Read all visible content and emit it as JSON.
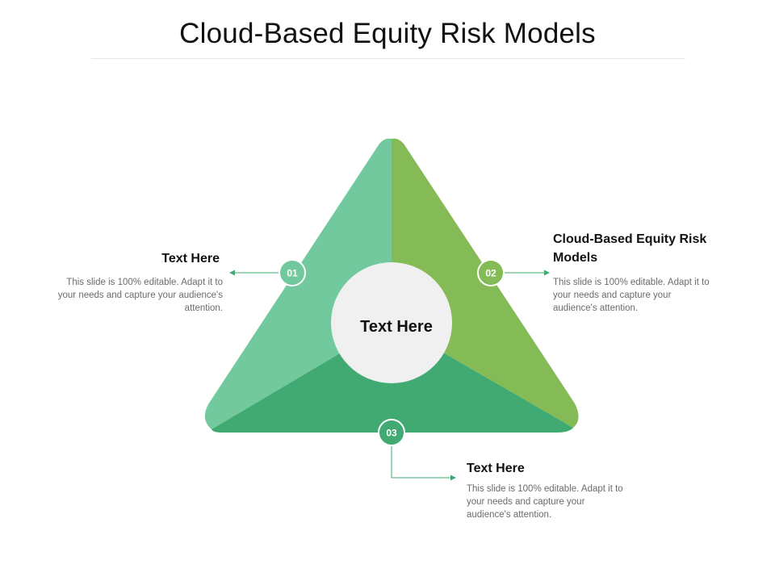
{
  "title": "Cloud-Based Equity Risk Models",
  "center": {
    "label": "Text Here"
  },
  "items": [
    {
      "number": "01",
      "heading": "Text Here",
      "text": "This slide is 100% editable. Adapt it to your needs and capture your audience's attention."
    },
    {
      "number": "02",
      "heading": "Cloud-Based Equity Risk Models",
      "text": "This slide is 100% editable. Adapt it to your needs and capture your audience's attention."
    },
    {
      "number": "03",
      "heading": "Text Here",
      "text": "This slide is 100% editable. Adapt it to your needs and capture your audience's attention."
    }
  ],
  "colors": {
    "segment_left": "#72C99D",
    "segment_right": "#84BB57",
    "segment_bottom": "#41AA73",
    "center_circle": "#F0F0F0",
    "marker_01": "#72C99D",
    "marker_02": "#84BB57",
    "marker_03": "#41AA73",
    "connector": "#41AA73"
  }
}
